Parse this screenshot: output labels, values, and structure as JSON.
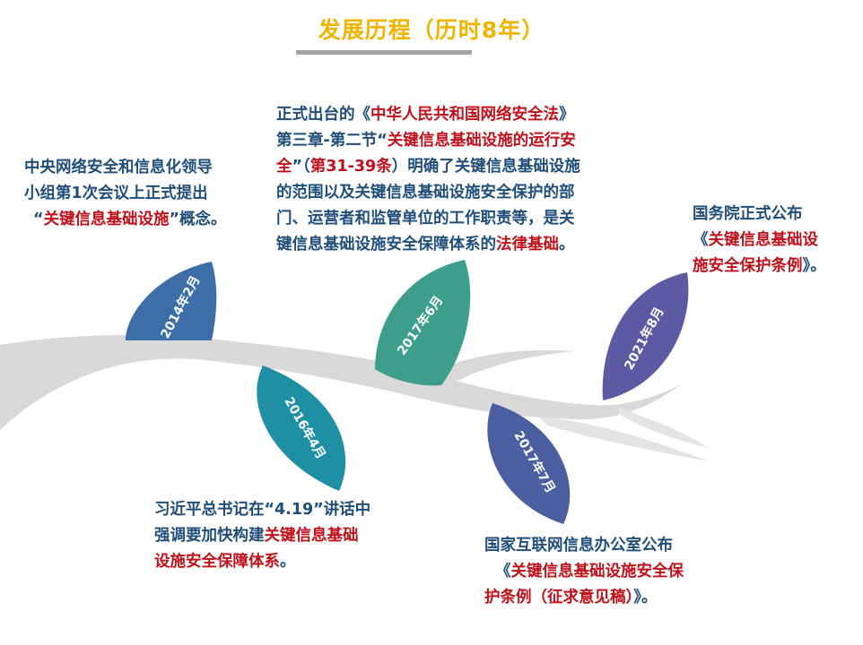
{
  "title": "发展历程（历时8年）",
  "colors": {
    "title": "#f0b400",
    "text_blue": "#1f4e79",
    "text_red": "#c0101a",
    "branch": "#d9d9d9",
    "leaf_2014": "#3d6ea8",
    "leaf_2016": "#1f8fa3",
    "leaf_2017_6": "#3d9e8c",
    "leaf_2017_7": "#4a5fa0",
    "leaf_2021": "#5c5aa3"
  },
  "leaves": {
    "d2014": "2014年2月",
    "d2016": "2016年4月",
    "d2017a": "2017年6月",
    "d2017b": "2017年7月",
    "d2021": "2021年8月"
  },
  "events": {
    "e2014": {
      "l1": "中央网络安全和信息化领导",
      "l2": "小组第1次会议上正式提出",
      "l3a": "“",
      "l3b": "关键信息基础设施",
      "l3c": "”概念。"
    },
    "e2017a": {
      "l1a": "正式出台的《",
      "l1b": "中华人民共和国网络安全法",
      "l1c": "》",
      "l2a": "第三章-第二节“",
      "l2b": "关键信息基础设施的运行安",
      "l3a": "全",
      "l3b": "”（",
      "l3c": "第31-39条",
      "l3d": "）明确了关键信息基础设施",
      "l4": "的范围以及关键信息基础设施安全保护的部",
      "l5": "门、运营者和监管单位的工作职责等，是关",
      "l6a": "键信息基础设施安全保障体系的",
      "l6b": "法律基础",
      "l6c": "。"
    },
    "e2021": {
      "l1": "国务院正式公布",
      "l2a": "《",
      "l2b": "关键信息基础设",
      "l3a": "施安全保护条例",
      "l3b": "》。"
    },
    "e2016": {
      "l1": "习近平总书记在“4.19”讲话中",
      "l2a": "强调要加快构建",
      "l2b": "关键信息基础",
      "l3a": "设施安全保障体系",
      "l3b": "。"
    },
    "e2017b": {
      "l1": "国家互联网信息办公室公布",
      "l2a": "《",
      "l2b": "关键信息基础设施安全保",
      "l3a": "护条例（征求意见稿）",
      "l3b": "》。"
    }
  }
}
